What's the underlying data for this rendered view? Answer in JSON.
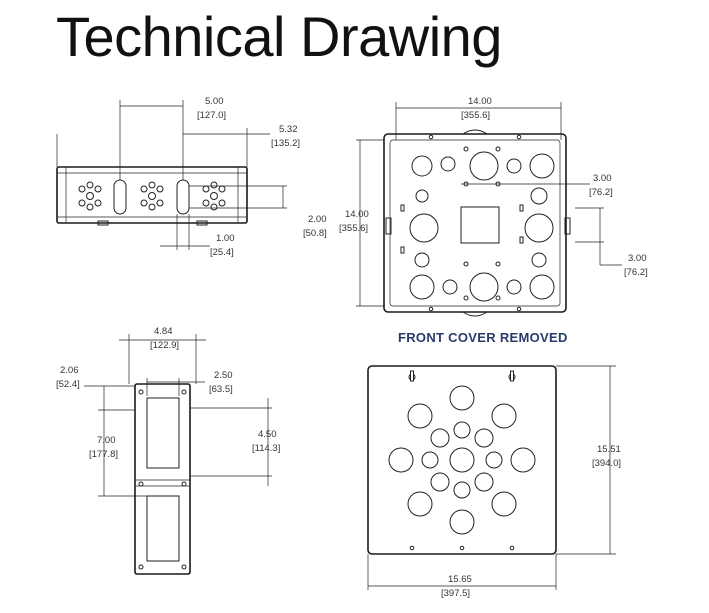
{
  "title": "Technical Drawing",
  "views": {
    "side": {
      "dims": [
        {
          "v": "5.00",
          "m": "127.0"
        },
        {
          "v": "5.32",
          "m": "135.2"
        },
        {
          "v": "2.00",
          "m": "50.8"
        },
        {
          "v": "1.00",
          "m": "25.4"
        }
      ]
    },
    "front_open": {
      "caption": "FRONT COVER REMOVED",
      "dims": [
        {
          "v": "14.00",
          "m": "355.6"
        },
        {
          "v": "14.00",
          "m": "355.6"
        },
        {
          "v": "3.00",
          "m": "76.2"
        },
        {
          "v": "3.00",
          "m": "76.2"
        }
      ]
    },
    "end": {
      "dims": [
        {
          "v": "4.84",
          "m": "122.9"
        },
        {
          "v": "2.06",
          "m": "52.4"
        },
        {
          "v": "2.50",
          "m": "63.5"
        },
        {
          "v": "7.00",
          "m": "177.8"
        },
        {
          "v": "4.50",
          "m": "114.3"
        }
      ]
    },
    "cover": {
      "dims": [
        {
          "v": "15.51",
          "m": "394.0"
        },
        {
          "v": "15.65",
          "m": "397.5"
        }
      ]
    }
  }
}
